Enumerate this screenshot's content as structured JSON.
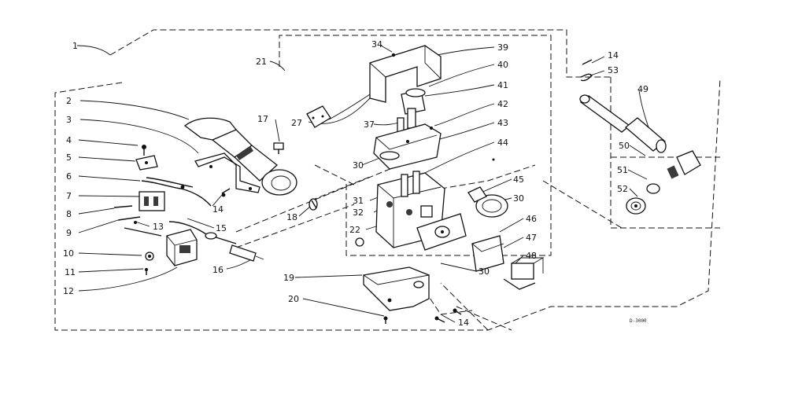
{
  "callouts": {
    "c1": "1",
    "c2": "2",
    "c3": "3",
    "c4": "4",
    "c5": "5",
    "c6": "6",
    "c7": "7",
    "c8": "8",
    "c9": "9",
    "c10": "10",
    "c11": "11",
    "c12": "12",
    "c13": "13",
    "c14a": "14",
    "c15": "15",
    "c16": "16",
    "c17": "17",
    "c18": "18",
    "c19": "19",
    "c20": "20",
    "c14b": "14",
    "c21": "21",
    "c22": "22",
    "c27": "27",
    "c30a": "30",
    "c30b": "30",
    "c30c": "30",
    "c31": "31",
    "c32": "32",
    "c34": "34",
    "c37": "37",
    "c39": "39",
    "c40": "40",
    "c41": "41",
    "c42": "42",
    "c43": "43",
    "c44": "44",
    "c45": "45",
    "c46": "46",
    "c47": "47",
    "c48": "48",
    "c14c": "14",
    "c53": "53",
    "c49": "49",
    "c50": "50",
    "c51": "51",
    "c52": "52"
  },
  "figure_code": "D-3000"
}
